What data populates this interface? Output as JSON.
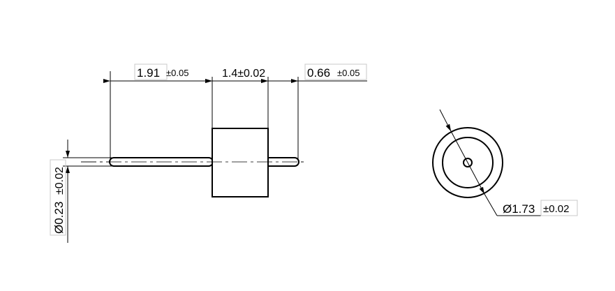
{
  "dimensions": {
    "length_left": {
      "value": "1.91",
      "tolerance": "±0.05"
    },
    "length_body": {
      "value": "1.4±0.02"
    },
    "length_right": {
      "value": "0.66",
      "tolerance": "±0.05"
    },
    "pin_diameter": {
      "value": "Ø0.23",
      "tolerance": "±0.02"
    },
    "body_diameter": {
      "value": "Ø1.73",
      "tolerance": "±0.02"
    }
  },
  "colors": {
    "line": "#000000",
    "box_border": "#c8c8c8",
    "background": "#ffffff"
  }
}
